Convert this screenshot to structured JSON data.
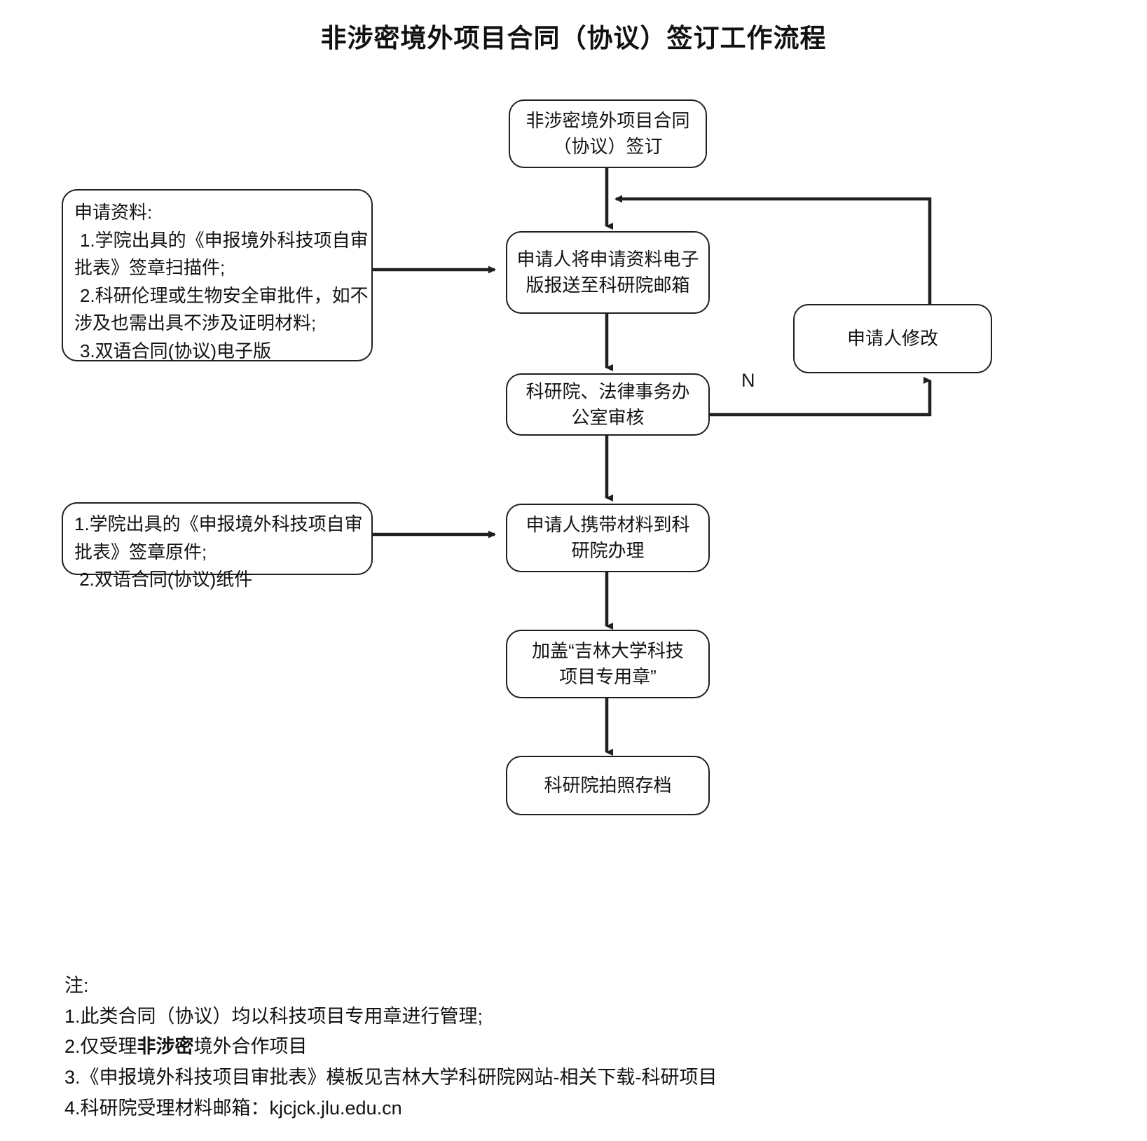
{
  "title": "非涉密境外项目合同（协议）签订工作流程",
  "flow": {
    "nodes": [
      {
        "id": "start",
        "label": "非涉密境外项目合同\n（协议）签订"
      },
      {
        "id": "submit",
        "label": "申请人将申请资料电子\n版报送至科研院邮箱"
      },
      {
        "id": "review",
        "label": "科研院、法律事务办\n公室审核"
      },
      {
        "id": "revise",
        "label": "申请人修改"
      },
      {
        "id": "deliver",
        "label": "申请人携带材料到科\n研院办理"
      },
      {
        "id": "stamp",
        "label": "加盖“吉林大学科技\n项目专用章”"
      },
      {
        "id": "archive",
        "label": "科研院拍照存档"
      }
    ],
    "branch_labels": {
      "reject": "N"
    }
  },
  "materials_electronic": {
    "heading": "申请资料:",
    "items": [
      "1.学院出具的《申报境外科技项自审",
      "批表》签章扫描件;",
      "2.科研伦理或生物安全审批件，如不",
      "涉及也需出具不涉及证明材料;",
      "3.双语合同(协议)电子版"
    ]
  },
  "materials_paper": {
    "items": [
      "1.学院出具的《申报境外科技项自审",
      "批表》签章原件;",
      " 2.双语合同(协议)纸件"
    ]
  },
  "notes": {
    "heading": "注:",
    "line1": "1.此类合同（协议）均以科技项目专用章进行管理;",
    "line2_prefix": "2.仅受理",
    "line2_bold": "非涉密",
    "line2_suffix": "境外合作项目",
    "line3": "3.《申报境外科技项目审批表》模板见吉林大学科研院网站-相关下载-科研项目",
    "line4": "4.科研院受理材料邮箱：kjcjck.jlu.edu.cn"
  },
  "colors": {
    "stroke": "#1f1f1f",
    "text": "#121212",
    "background": "#ffffff"
  }
}
